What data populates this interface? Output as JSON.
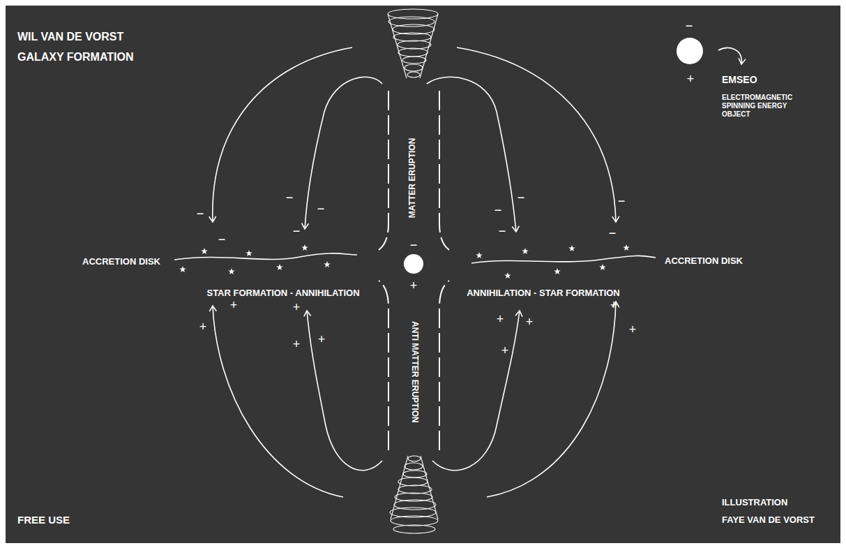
{
  "diagram": {
    "title": "GALAXY FORMATION",
    "labels": [
      "WIL VAN DE VORST",
      "EMSEO",
      "ELECTROMAGNETIC SPINNING ENERGY OBJECT",
      "−",
      "+",
      "MATTER ERUPTION",
      "ACCRETION DISK",
      "ACCRETION DISK",
      "STAR FORMATION - ANNIHILATION",
      "ANNIHILATION - STAR FORMATION",
      "ANTI MATTER ERUPTION",
      "FREE USE",
      "ILLUSTRATION",
      "FAYE VAN DE VORST",
      "−",
      "+",
      "−",
      "−",
      "−",
      "−",
      "−",
      "−",
      "−",
      "−",
      "−",
      "−",
      "+",
      "+",
      "+",
      "+",
      "+",
      "+",
      "+",
      "+",
      "+",
      "+"
    ]
  }
}
